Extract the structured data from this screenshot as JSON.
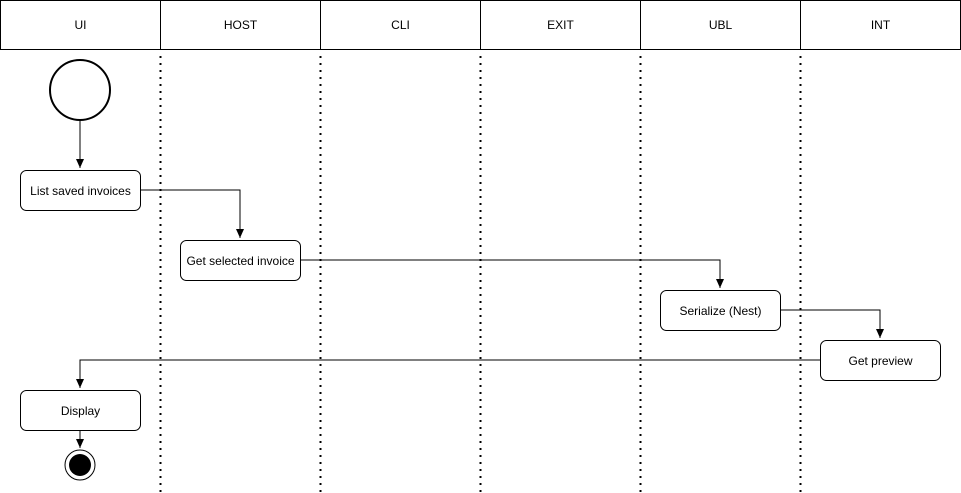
{
  "lanes": [
    {
      "id": "ui",
      "label": "UI"
    },
    {
      "id": "host",
      "label": "HOST"
    },
    {
      "id": "cli",
      "label": "CLI"
    },
    {
      "id": "exit",
      "label": "EXIT"
    },
    {
      "id": "ubl",
      "label": "UBL"
    },
    {
      "id": "int",
      "label": "INT"
    }
  ],
  "nodes": {
    "list_saved": {
      "label": "List saved invoices",
      "lane": "ui"
    },
    "get_selected": {
      "label": "Get selected invoice",
      "lane": "host"
    },
    "serialize": {
      "label": "Serialize (Nest)",
      "lane": "ubl"
    },
    "get_preview": {
      "label": "Get preview",
      "lane": "int"
    },
    "display": {
      "label": "Display",
      "lane": "ui"
    }
  },
  "edges": [
    {
      "from": "start",
      "to": "list_saved"
    },
    {
      "from": "list_saved",
      "to": "get_selected"
    },
    {
      "from": "get_selected",
      "to": "serialize"
    },
    {
      "from": "serialize",
      "to": "get_preview"
    },
    {
      "from": "get_preview",
      "to": "display"
    },
    {
      "from": "display",
      "to": "end"
    }
  ],
  "colors": {
    "stroke": "#000000",
    "fill": "#ffffff",
    "end_fill": "#000000"
  }
}
